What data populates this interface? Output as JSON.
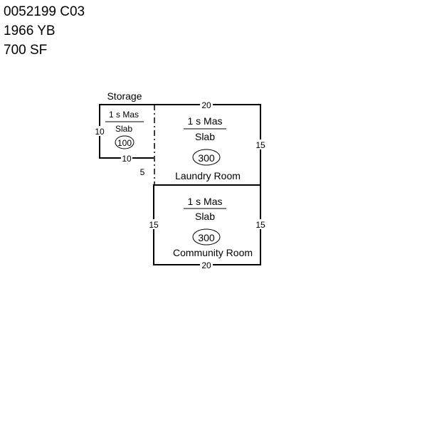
{
  "header": {
    "parcel": "0052199 C03",
    "year_built": "1966 YB",
    "area": "700 SF"
  },
  "areas": [
    {
      "name": "Storage",
      "construction": "1 s Mas",
      "foundation": "Slab",
      "sqft": "100",
      "dims": {
        "top": "",
        "left": "10",
        "bottom": "10"
      }
    },
    {
      "name": "Laundry Room",
      "construction": "1 s Mas",
      "foundation": "Slab",
      "sqft": "300",
      "dims": {
        "top": "20",
        "right": "15",
        "left": "5"
      }
    },
    {
      "name": "Community Room",
      "construction": "1 s Mas",
      "foundation": "Slab",
      "sqft": "300",
      "dims": {
        "left": "15",
        "right": "15",
        "bottom": "20"
      }
    }
  ]
}
